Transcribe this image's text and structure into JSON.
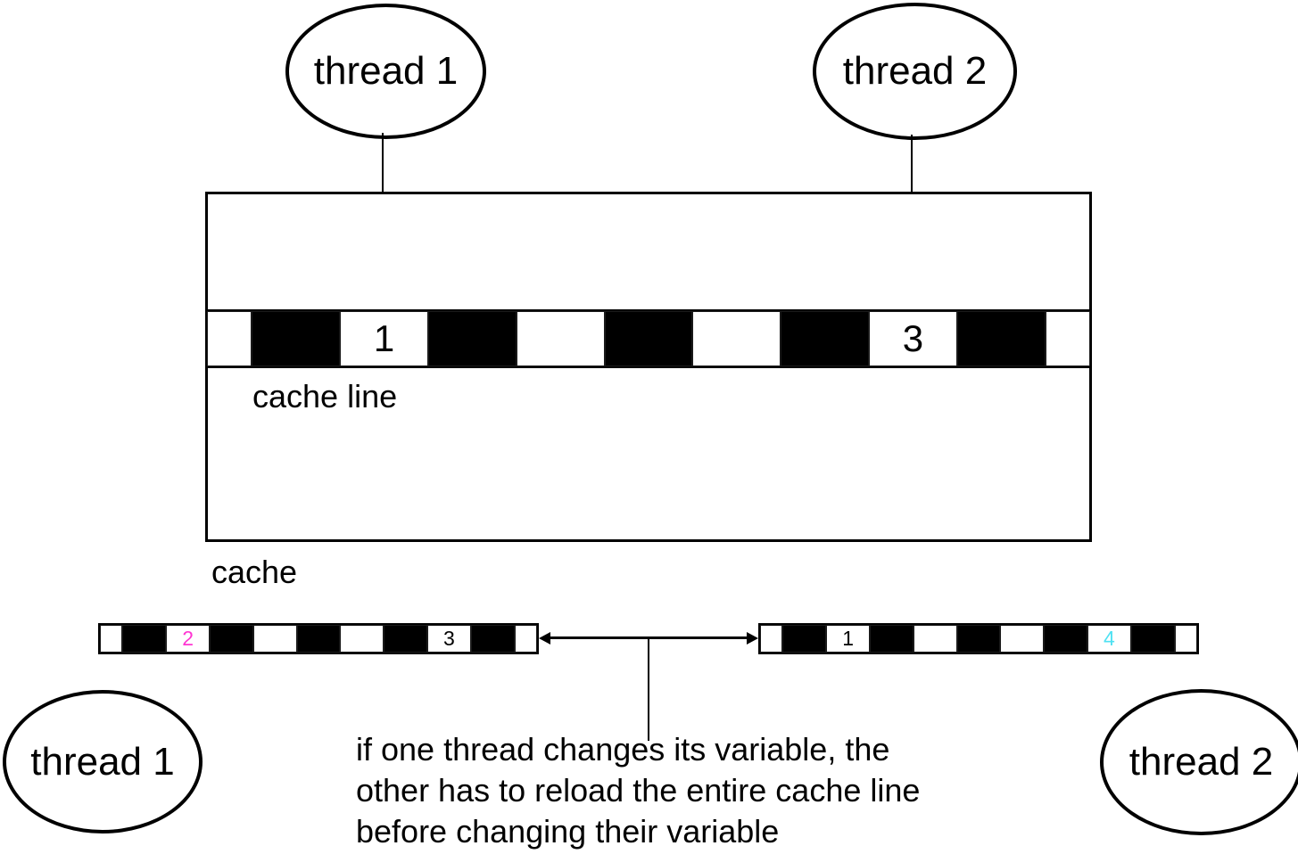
{
  "diagram": {
    "threads": {
      "top_left": {
        "label": "thread 1"
      },
      "top_right": {
        "label": "thread 2"
      },
      "bottom_left": {
        "label": "thread 1"
      },
      "bottom_right": {
        "label": "thread 2"
      }
    },
    "cache": {
      "label": "cache",
      "cache_line_label": "cache line",
      "cells": [
        {
          "fill": "white",
          "label": ""
        },
        {
          "fill": "black",
          "label": ""
        },
        {
          "fill": "white",
          "label": "1",
          "color": "#000000"
        },
        {
          "fill": "black",
          "label": ""
        },
        {
          "fill": "white",
          "label": ""
        },
        {
          "fill": "black",
          "label": ""
        },
        {
          "fill": "white",
          "label": ""
        },
        {
          "fill": "black",
          "label": ""
        },
        {
          "fill": "white",
          "label": "3",
          "color": "#000000"
        },
        {
          "fill": "black",
          "label": ""
        },
        {
          "fill": "white",
          "label": ""
        }
      ]
    },
    "thread1_cache_line": {
      "cells": [
        {
          "fill": "white",
          "label": ""
        },
        {
          "fill": "black",
          "label": ""
        },
        {
          "fill": "white",
          "label": "2",
          "color": "#ff35d2"
        },
        {
          "fill": "black",
          "label": ""
        },
        {
          "fill": "white",
          "label": ""
        },
        {
          "fill": "black",
          "label": ""
        },
        {
          "fill": "white",
          "label": ""
        },
        {
          "fill": "black",
          "label": ""
        },
        {
          "fill": "white",
          "label": "3",
          "color": "#000000"
        },
        {
          "fill": "black",
          "label": ""
        },
        {
          "fill": "white",
          "label": ""
        }
      ]
    },
    "thread2_cache_line": {
      "cells": [
        {
          "fill": "white",
          "label": ""
        },
        {
          "fill": "black",
          "label": ""
        },
        {
          "fill": "white",
          "label": "1",
          "color": "#000000"
        },
        {
          "fill": "black",
          "label": ""
        },
        {
          "fill": "white",
          "label": ""
        },
        {
          "fill": "black",
          "label": ""
        },
        {
          "fill": "white",
          "label": ""
        },
        {
          "fill": "black",
          "label": ""
        },
        {
          "fill": "white",
          "label": "4",
          "color": "#4fe1f2"
        },
        {
          "fill": "black",
          "label": ""
        },
        {
          "fill": "white",
          "label": ""
        }
      ]
    },
    "caption": {
      "lines": [
        "if one thread changes its variable, the",
        "other has to reload the entire cache line",
        "before changing their variable"
      ]
    },
    "colors": {
      "magenta": "#ff35d2",
      "cyan": "#4fe1f2",
      "ink": "#000000"
    }
  }
}
